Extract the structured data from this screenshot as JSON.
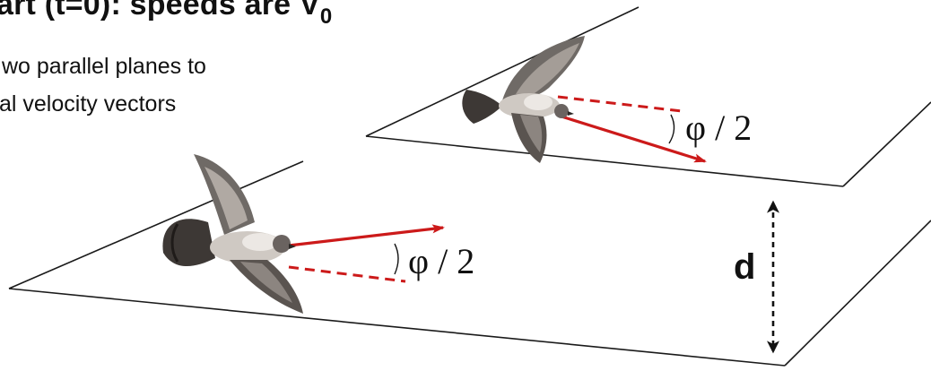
{
  "title": {
    "main": "art (t=0): speeds are V",
    "subscript": "0"
  },
  "caption": {
    "line1": "wo parallel planes to",
    "line2": "al velocity vectors"
  },
  "labels": {
    "angle_top": "φ / 2",
    "angle_bottom": "φ / 2",
    "distance": "d"
  },
  "colors": {
    "plane_line": "#1a1a1a",
    "velocity_vector": "#cc1a1a",
    "reference_dashed": "#cc1a1a",
    "text": "#111111"
  },
  "icons": {
    "bird_top": "pigeon-icon",
    "bird_bottom": "pigeon-icon"
  }
}
